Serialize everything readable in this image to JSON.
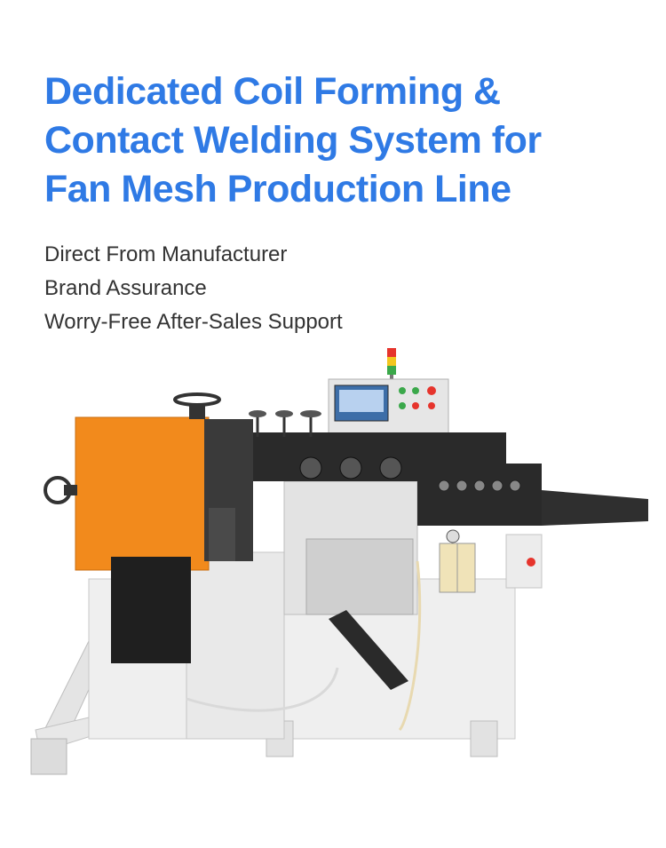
{
  "title_lines": [
    "Dedicated Coil Forming &",
    "Contact Welding System for",
    "Fan Mesh Production Line"
  ],
  "features": [
    "Direct From Manufacturer",
    "Brand Assurance",
    "Worry-Free After-Sales Support"
  ],
  "colors": {
    "title": "#2f7ae5",
    "text": "#333333",
    "machine_body": "#efefef",
    "guard": "#f28a1c",
    "steel": "#2a2a2a"
  },
  "image": {
    "subject": "machine-photo"
  }
}
